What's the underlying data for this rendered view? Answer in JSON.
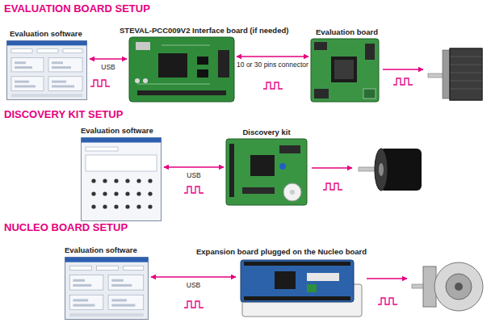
{
  "diagram": {
    "nodes": [
      {
        "text": [
          "Evaluation software"
        ]
      },
      {
        "text": [
          "STEVAL-PCC009V2 Interface board (if needed)"
        ]
      },
      {
        "text": [
          "Evaluation board"
        ]
      },
      {
        "text": [
          "Evaluation software"
        ]
      },
      {
        "text": [
          "Discovery kit"
        ]
      },
      {
        "text": [
          "Evaluation software"
        ]
      },
      {
        "text": [
          "Expansion board plugged on the Nucleo board"
        ]
      }
    ],
    "edges": [
      {
        "from": 0,
        "to": 1,
        "arrow": "both",
        "label": "USB"
      },
      {
        "from": 1,
        "to": 2,
        "arrow": "both",
        "label": "10 or 30 pins connector"
      },
      {
        "from": 3,
        "to": 4,
        "arrow": "both",
        "label": "USB"
      },
      {
        "from": 5,
        "to": 6,
        "arrow": "both",
        "label": "USB"
      }
    ],
    "labels": [
      "EVALUATION BOARD SETUP",
      "DISCOVERY KIT SETUP",
      "NUCLEO BOARD SETUP"
    ]
  }
}
